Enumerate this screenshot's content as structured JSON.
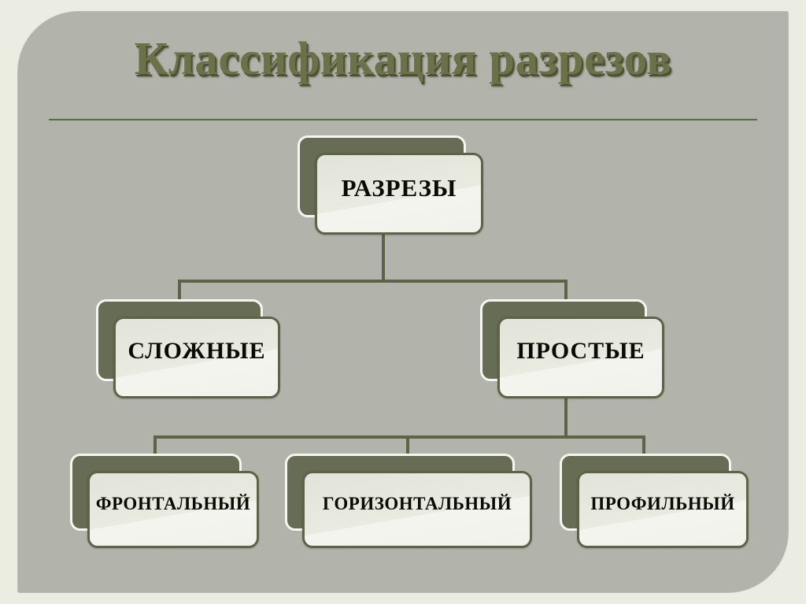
{
  "slide": {
    "title": "Классификация разрезов",
    "background_color": "#ECEDE2",
    "panel_color": "#B2B4AB",
    "title_color": "#6C7149",
    "card_dark_color": "#676C54",
    "card_light_color": "#E9EAE0",
    "connector_color": "#5E6347"
  },
  "diagram": {
    "type": "tree",
    "nodes": {
      "root": {
        "label": "РАЗРЕЗЫ"
      },
      "complex": {
        "label": "СЛОЖНЫЕ"
      },
      "simple": {
        "label": "ПРОСТЫЕ"
      },
      "frontal": {
        "label": "ФРОНТАЛЬНЫЙ"
      },
      "horizontal": {
        "label": "ГОРИЗОНТАЛЬНЫЙ"
      },
      "profile": {
        "label": "ПРОФИЛЬНЫЙ"
      }
    },
    "edges": [
      {
        "from": "root",
        "to": "complex"
      },
      {
        "from": "root",
        "to": "simple"
      },
      {
        "from": "simple",
        "to": "frontal"
      },
      {
        "from": "simple",
        "to": "horizontal"
      },
      {
        "from": "simple",
        "to": "profile"
      }
    ]
  }
}
